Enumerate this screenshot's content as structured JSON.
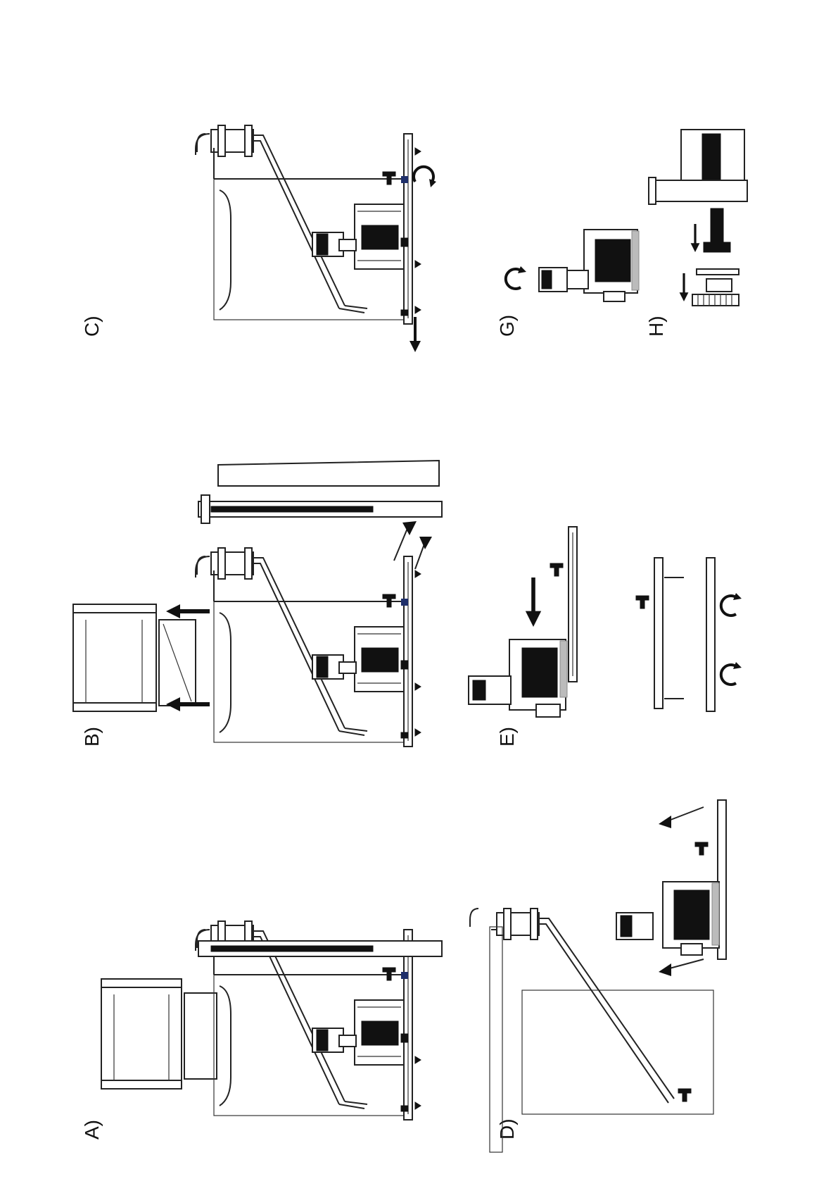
{
  "figure": {
    "panels": [
      {
        "id": "A",
        "label": "A)"
      },
      {
        "id": "B",
        "label": "B)"
      },
      {
        "id": "C",
        "label": "C)"
      },
      {
        "id": "D",
        "label": "D)"
      },
      {
        "id": "E",
        "label": "E)"
      },
      {
        "id": "G",
        "label": "G)"
      },
      {
        "id": "H",
        "label": "H)"
      }
    ]
  },
  "colors": {
    "line": "#222222",
    "fill": "#111111",
    "accent": "#1f2f6a",
    "grey": "#bbbbbb"
  }
}
